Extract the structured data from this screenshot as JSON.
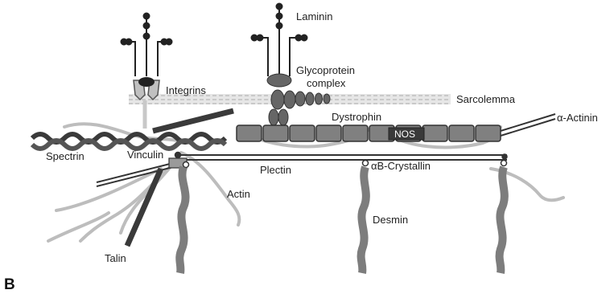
{
  "panel_label": "B",
  "labels": {
    "laminin": "Laminin",
    "glycoprotein_line1": "Glycoprotein",
    "glycoprotein_line2": "complex",
    "integrins": "Integrins",
    "sarcolemma": "Sarcolemma",
    "dystrophin": "Dystrophin",
    "alpha_actinin": "α-Actinin",
    "nos": "NOS",
    "spectrin": "Spectrin",
    "vinculin": "Vinculin",
    "plectin": "Plectin",
    "ab_crystallin": "αB-Crystallin",
    "actin": "Actin",
    "desmin": "Desmin",
    "talin": "Talin"
  },
  "colors": {
    "dark_protein": "#3a3a3a",
    "mid_protein": "#6b6b6b",
    "light_filament": "#bdbdbd",
    "desmin_gray": "#7d7d7d",
    "membrane": "#cfcfcf"
  }
}
